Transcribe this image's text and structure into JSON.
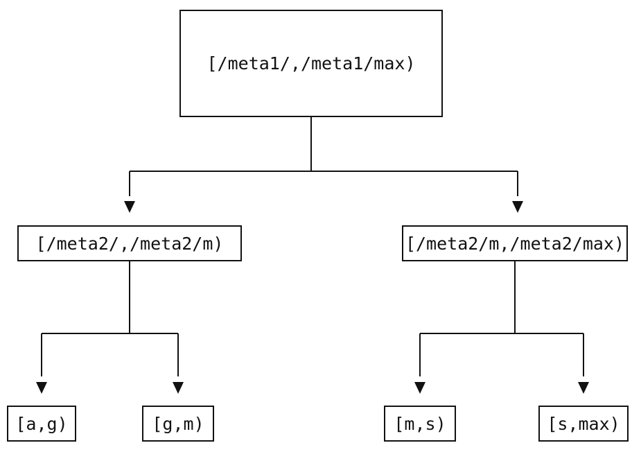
{
  "diagram": {
    "type": "tree",
    "background_color": "#ffffff",
    "line_color": "#111111",
    "text_color": "#111111",
    "nodes": {
      "root": {
        "label": "[/meta1/,/meta1/max)"
      },
      "left_mid": {
        "label": "[/meta2/,/meta2/m)"
      },
      "right_mid": {
        "label": "[/meta2/m,/meta2/max)"
      },
      "leaf_ag": {
        "label": "[a,g)"
      },
      "leaf_gm": {
        "label": "[g,m)"
      },
      "leaf_ms": {
        "label": "[m,s)"
      },
      "leaf_smax": {
        "label": "[s,max)"
      }
    },
    "edges": [
      {
        "from": "root",
        "to": "left_mid"
      },
      {
        "from": "root",
        "to": "right_mid"
      },
      {
        "from": "left_mid",
        "to": "leaf_ag"
      },
      {
        "from": "left_mid",
        "to": "leaf_gm"
      },
      {
        "from": "right_mid",
        "to": "leaf_ms"
      },
      {
        "from": "right_mid",
        "to": "leaf_smax"
      }
    ]
  }
}
